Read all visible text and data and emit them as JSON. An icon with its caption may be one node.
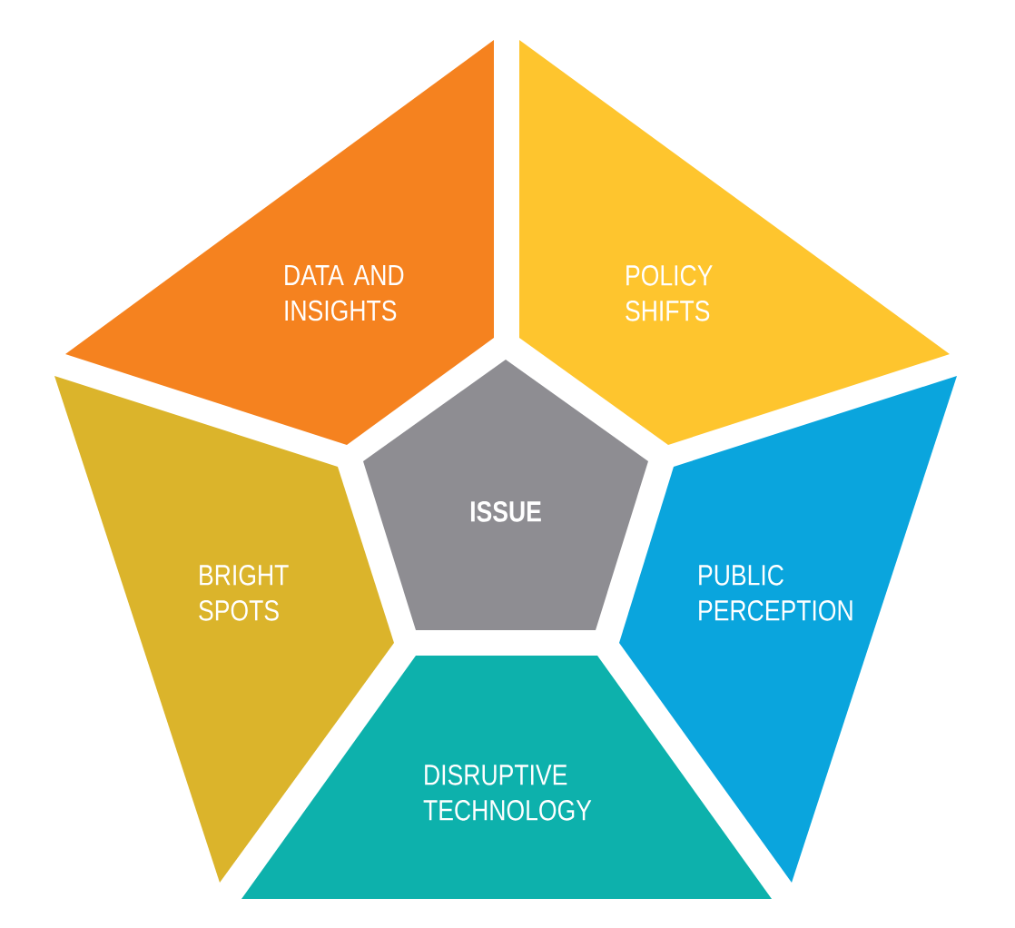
{
  "diagram": {
    "nodes": [
      {
        "text": [
          "DATA AND INSIGHTS"
        ]
      },
      {
        "text": [
          "POLICY SHIFTS"
        ]
      },
      {
        "text": [
          "ISSUE"
        ]
      },
      {
        "text": [
          "BRIGHT SPOTS"
        ]
      },
      {
        "text": [
          "PUBLIC PERCEPTION"
        ]
      },
      {
        "text": [
          "DISRUPTIVE TECHNOLOGY"
        ]
      }
    ]
  }
}
